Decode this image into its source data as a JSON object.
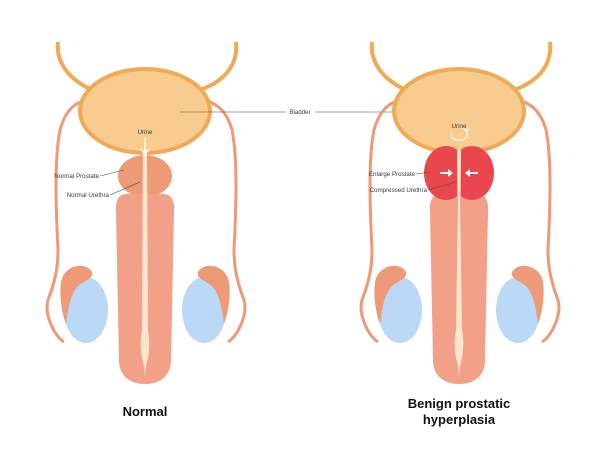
{
  "labels": {
    "bladder": "Bladder",
    "urine_left": "Urine",
    "urine_right": "Urine",
    "normal_prostate": "Normal Prostate",
    "normal_urethra": "Normal Urethra",
    "enlarge_prostate": "Enlarge Prostate",
    "compressed_urethra": "Compressed Urethra"
  },
  "captions": {
    "left": "Normal",
    "right_line1": "Benign prostatic",
    "right_line2": "hyperplasia"
  },
  "colors": {
    "bladder": "#F8CC8F",
    "bladder_outline": "#F0A955",
    "vas": "#EE9A76",
    "normal_prostate": "#EE9A76",
    "enlarged_prostate": "#E9464E",
    "shaft": "#F2A088",
    "urethra": "#FBE6CC",
    "testis": "#BBD8F6",
    "epididymis": "#EE9A76"
  }
}
